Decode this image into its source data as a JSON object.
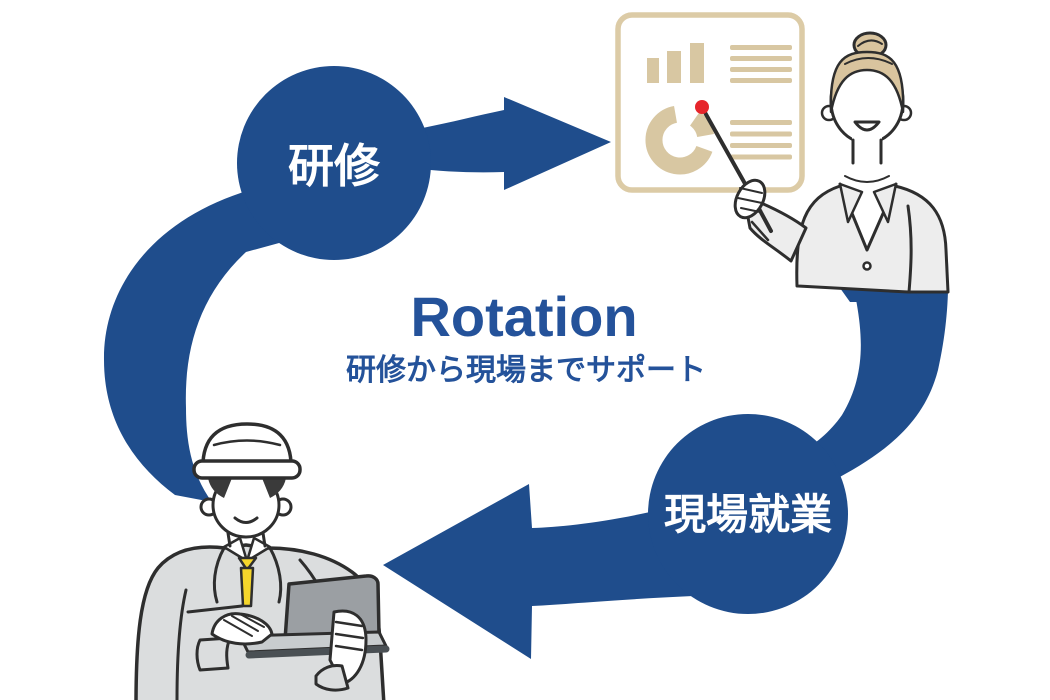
{
  "diagram": {
    "title": "Rotation",
    "subtitle": "研修から現場までサポート",
    "steps": [
      {
        "id": "training",
        "label": "研修"
      },
      {
        "id": "onsite-work",
        "label": "現場就業"
      }
    ],
    "flow": "研修 → 現場就業 → 研修 (cycle)"
  },
  "illustrations": {
    "presenter": "woman in suit pointing at whiteboard with bar chart and donut chart",
    "worker": "construction worker with hard hat holding laptop"
  },
  "colors": {
    "primary_blue": "#1F4D8C",
    "text_navy": "#24529A",
    "tan": "#D8C7A2",
    "board_border": "#DCCBA6",
    "hair_tan": "#D9C49E",
    "red_pointer": "#E6252B",
    "tie_yellow": "#F5D62B",
    "suit_gray": "#EDEDED",
    "uniform_gray": "#DBDDDE",
    "laptop_gray": "#9B9FA3",
    "deck_gray": "#C8CCCE",
    "outline": "#2E2E2E"
  }
}
